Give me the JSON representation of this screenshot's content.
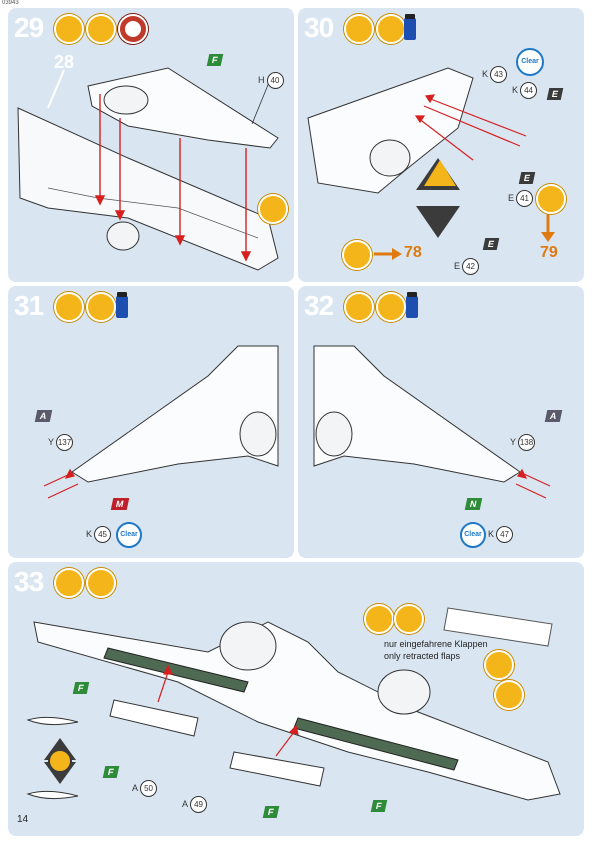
{
  "page": {
    "number": "14",
    "code": "03943"
  },
  "steps": [
    {
      "num": "29",
      "ref": "28",
      "parts": [
        {
          "letter": "H",
          "num": "40"
        }
      ],
      "badges": [
        "F"
      ]
    },
    {
      "num": "30",
      "parts": [
        {
          "letter": "K",
          "num": "43"
        },
        {
          "letter": "K",
          "num": "44"
        },
        {
          "letter": "E",
          "num": "41"
        },
        {
          "letter": "E",
          "num": "42"
        }
      ],
      "badges": [
        "E",
        "E",
        "E"
      ],
      "refs": [
        "78",
        "79"
      ],
      "clear_label": "Clear"
    },
    {
      "num": "31",
      "parts": [
        {
          "letter": "Y",
          "num": "137"
        },
        {
          "letter": "K",
          "num": "45"
        }
      ],
      "badges": [
        "A",
        "M"
      ],
      "clear_label": "Clear"
    },
    {
      "num": "32",
      "parts": [
        {
          "letter": "Y",
          "num": "138"
        },
        {
          "letter": "K",
          "num": "47"
        }
      ],
      "badges": [
        "A",
        "N"
      ],
      "clear_label": "Clear"
    },
    {
      "num": "33",
      "parts": [
        {
          "letter": "A",
          "num": "50"
        },
        {
          "letter": "A",
          "num": "49"
        }
      ],
      "badges": [
        "F",
        "F",
        "F",
        "F"
      ],
      "note_de": "nur eingefahrene Klappen",
      "note_en": "only retracted flaps"
    }
  ],
  "colors": {
    "panel_bg": "#d9e6f2",
    "icon_yellow": "#f3b51a",
    "arrow_red": "#d62020",
    "ref_orange": "#e07a10",
    "badge_green": "#2e8b3a",
    "badge_red": "#c0202a",
    "flap_green": "#4f6a52"
  }
}
